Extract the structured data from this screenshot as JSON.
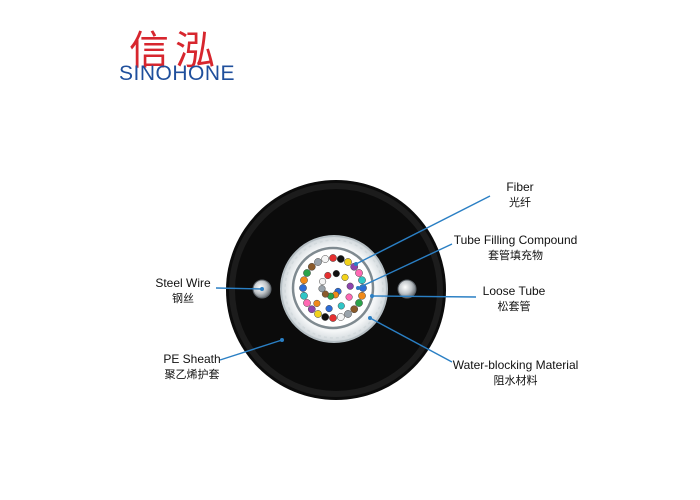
{
  "logo": {
    "cn": "信泓",
    "en": "SINOHONE"
  },
  "labels": {
    "fiber": {
      "en": "Fiber",
      "cn": "光纤"
    },
    "filling": {
      "en": "Tube Filling Compound",
      "cn": "套管填充物"
    },
    "loose_tube": {
      "en": "Loose Tube",
      "cn": "松套管"
    },
    "water_block": {
      "en": "Water-blocking Material",
      "cn": "阻水材料"
    },
    "steel_wire": {
      "en": "Steel Wire",
      "cn": "钢丝"
    },
    "pe_sheath": {
      "en": "PE Sheath",
      "cn": "聚乙烯护套"
    }
  },
  "colors": {
    "sheath": "#0b0b0b",
    "leader": "#2a7fc4",
    "logo_red": "#d7262e",
    "logo_blue": "#1f4f9c",
    "fibers": [
      "#2b6bd6",
      "#f08a1a",
      "#2aa34a",
      "#8a5a2b",
      "#9aa3ab",
      "#f5f5f5",
      "#e53030",
      "#111111",
      "#f2d21b",
      "#8e44ad",
      "#ff69b4",
      "#30c6c6"
    ]
  }
}
